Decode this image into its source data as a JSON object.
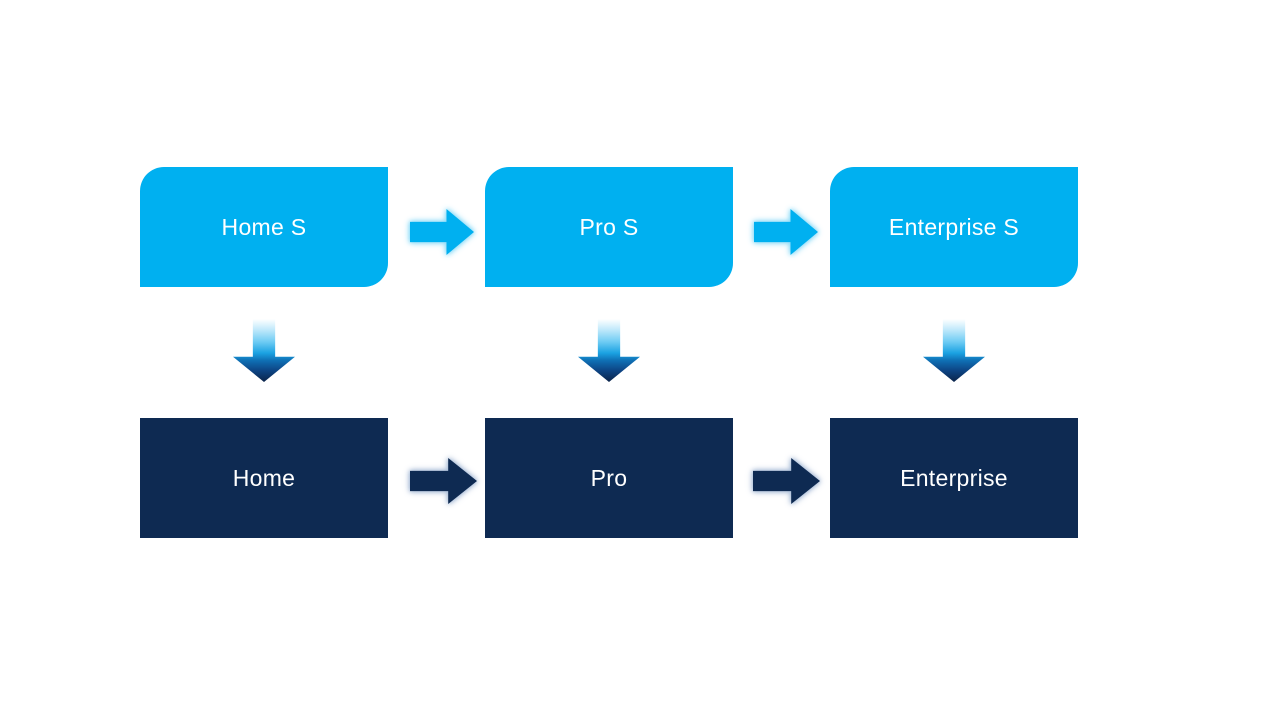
{
  "page": {
    "background": "#ffffff"
  },
  "diagram": {
    "type": "flow",
    "colors": {
      "accent_light": "#00b0f0",
      "accent_dark": "#0e2a52",
      "node_text": "#ffffff",
      "glow_light": "#8edcf8",
      "glow_dark": "#aabdd8",
      "down_arrow_gradient_top": "#ffffff",
      "down_arrow_gradient_mid": "#1ba2e2",
      "down_arrow_gradient_bottom": "#0b2348"
    },
    "top_row": {
      "style": "light-blue rounded-diagonal-corner rectangle",
      "nodes": [
        {
          "label": "Home S"
        },
        {
          "label": "Pro S"
        },
        {
          "label": "Enterprise S"
        }
      ]
    },
    "bottom_row": {
      "style": "dark-navy rectangle",
      "nodes": [
        {
          "label": "Home"
        },
        {
          "label": "Pro"
        },
        {
          "label": "Enterprise"
        }
      ]
    },
    "edges": [
      {
        "from": "Home S",
        "to": "Pro S",
        "type": "right-arrow",
        "color": "#00b0f0"
      },
      {
        "from": "Pro S",
        "to": "Enterprise S",
        "type": "right-arrow",
        "color": "#00b0f0"
      },
      {
        "from": "Home",
        "to": "Pro",
        "type": "right-arrow",
        "color": "#0e2a52"
      },
      {
        "from": "Pro",
        "to": "Enterprise",
        "type": "right-arrow",
        "color": "#0e2a52"
      },
      {
        "from": "Home S",
        "to": "Home",
        "type": "down-arrow",
        "color": "gradient"
      },
      {
        "from": "Pro S",
        "to": "Pro",
        "type": "down-arrow",
        "color": "gradient"
      },
      {
        "from": "Enterprise S",
        "to": "Enterprise",
        "type": "down-arrow",
        "color": "gradient"
      }
    ]
  }
}
